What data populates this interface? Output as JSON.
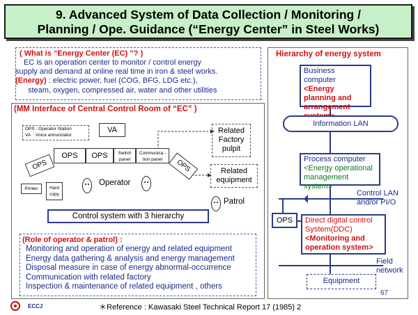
{
  "title": {
    "line1": "9. Advanced System of Data Collection / Monitoring /",
    "line2": "Planning / Ope. Guidance (“Energy Center” in Steel Works)"
  },
  "what_is": {
    "heading": "( What is “Energy Center (EC) ”? )",
    "line1": "EC is an operation center to monitor / control energy",
    "line2": "supply and demand at online real time in iron & steel works.",
    "energy_label": "(Energy)",
    "energy_text": " : electric power, fuel (COG, BFG, LDG etc.),",
    "line4": "steam, oxygen, compressed air, water and other utilities"
  },
  "mm_interface": {
    "heading": "(MM Interface of Central Control Room of “EC” )",
    "legend_line1": "OPS : Operator Station",
    "legend_line2": "VA  : Voice annunciator",
    "va": "VA",
    "ops_left": "OPS",
    "ops_mid": "OPS",
    "ops_mid2": "OPS",
    "switch_panel": "Switch panel",
    "comm_panel": "Communica -tion panel",
    "ops_right": "OPS",
    "printer": "Printer",
    "hard_copy": "Hard copy",
    "operator": "Operator",
    "related_factory": "Related Factory pulpit",
    "related_equipment": "Related equipment",
    "patrol": "Patrol",
    "control_system": "Control system with 3 hierarchy"
  },
  "role": {
    "heading": "(Role of operator & patrol) :",
    "items": [
      "Monitoring and operation of energy and related equipment",
      "Energy data gathering & analysis and energy management",
      "Disposal measure in case of energy abnormal-occurrence",
      "Communication with related factory",
      "Inspection & maintenance of related equipment , others"
    ]
  },
  "hierarchy": {
    "heading": "Hierarchy of energy system",
    "business_title": "Business computer",
    "business_sub": "<Energy planning and arrangement system>",
    "info_lan": "Information LAN",
    "process_title": "Process computer",
    "process_sub": "<Energy operational management system>",
    "control_lan": "Control LAN and/or PI/O",
    "ops": "OPS",
    "ddc_title": "Direct digital control System(DDC)",
    "ddc_sub": "<Monitoring and operation system>",
    "field_network": "Field network",
    "equipment": "Equipment"
  },
  "footer": {
    "logo": "ECCJ",
    "reference": "＊Reference : Kawasaki Steel Technical Report 17 (1985) 2",
    "page": "67"
  }
}
